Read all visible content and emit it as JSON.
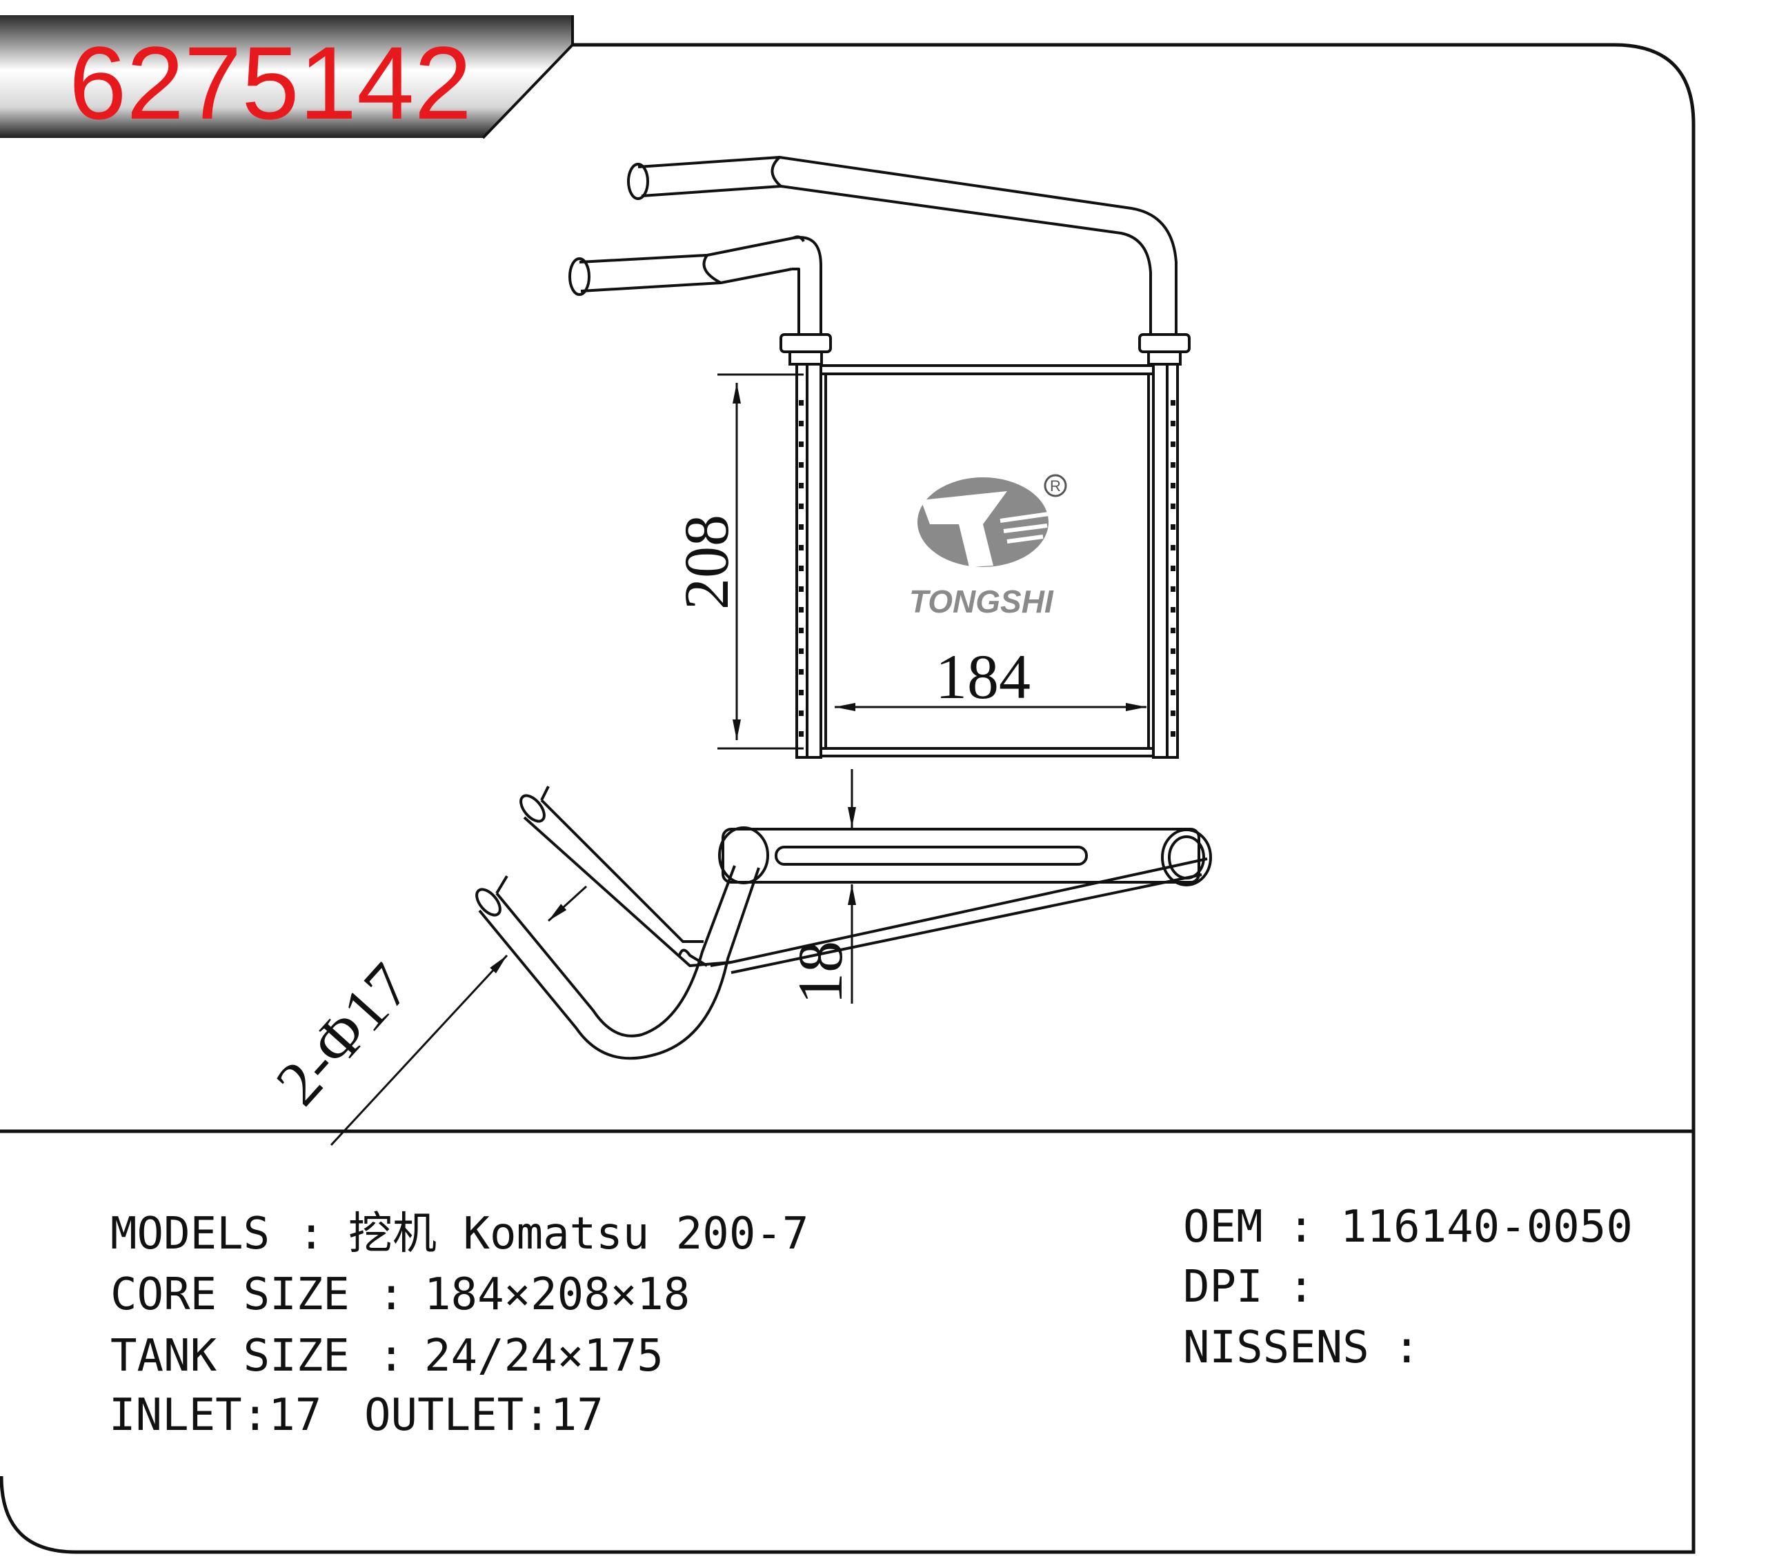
{
  "part_number": "6275142",
  "brand": {
    "name": "TONGSHI",
    "registered_mark": "R"
  },
  "dimensions": {
    "height": "208",
    "width": "184",
    "thickness": "18",
    "pipes": "2-Φ17"
  },
  "specs": {
    "models_label": "MODELS",
    "models_value": "挖机 Komatsu 200-7",
    "core_size_label": "CORE SIZE",
    "core_size_value": "184×208×18",
    "tank_size_label": "TANK SIZE",
    "tank_size_value": "24/24×175",
    "inlet_label": "INLET:17",
    "outlet_label": "OUTLET:17",
    "separator": ":",
    "oem_label": "OEM",
    "oem_value": "116140-0050",
    "dpi_label": "DPI",
    "dpi_value": "",
    "nissens_label": "NISSENS",
    "nissens_value": ""
  },
  "colors": {
    "badge_text": "#e8191c",
    "line": "#111111",
    "logo_gray": "#8a8a8a"
  }
}
